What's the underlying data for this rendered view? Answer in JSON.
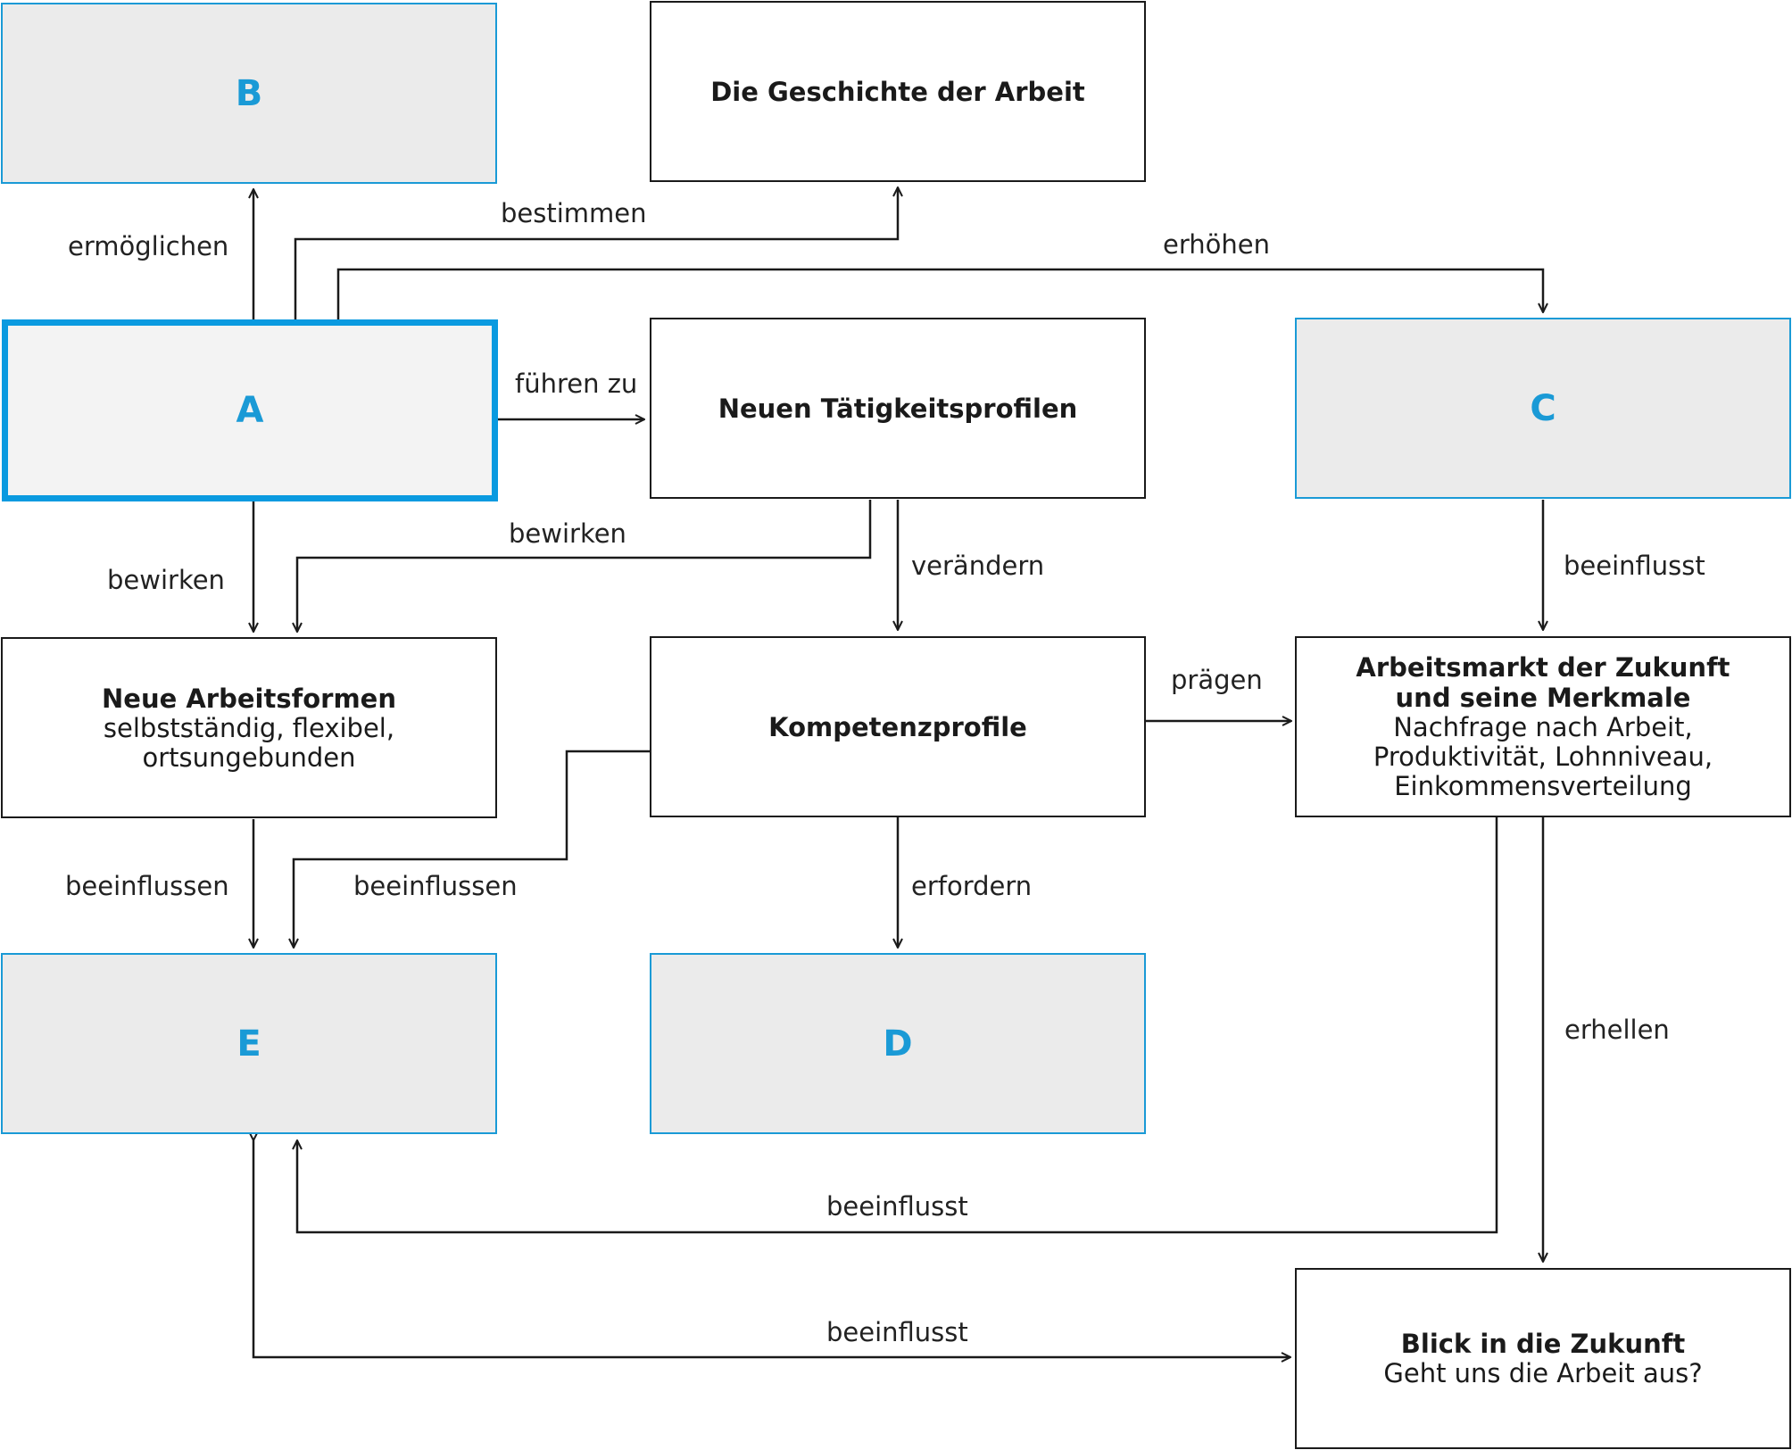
{
  "colors": {
    "accent": "#1a9ad6",
    "blank_fill": "#ebebeb",
    "line": "#1a1a1a"
  },
  "nodes": {
    "a": {
      "letter": "A"
    },
    "b": {
      "letter": "B"
    },
    "c": {
      "letter": "C"
    },
    "d": {
      "letter": "D"
    },
    "e": {
      "letter": "E"
    },
    "geschichte": {
      "title": "Die Geschichte der Arbeit"
    },
    "taetigkeit": {
      "title": "Neuen Tätigkeitsprofilen"
    },
    "kompetenz": {
      "title": "Kompetenzprofile"
    },
    "arbeitsformen": {
      "title": "Neue Arbeitsformen",
      "lines": [
        "selbstständig, flexibel,",
        "ortsungebunden"
      ]
    },
    "arbeitsmarkt": {
      "title_lines": [
        "Arbeitsmarkt der Zukunft",
        "und seine Merkmale"
      ],
      "lines": [
        "Nachfrage nach Arbeit,",
        "Produktivität, Lohnniveau,",
        "Einkommensverteilung"
      ]
    },
    "blick": {
      "title": "Blick in die Zukunft",
      "lines": [
        "Geht uns die Arbeit aus?"
      ]
    }
  },
  "edges": {
    "a_b": "ermöglichen",
    "a_geschichte": "bestimmen",
    "a_c": "erhöhen",
    "a_taetigkeit": "führen zu",
    "a_arbeitsformen": "bewirken",
    "taetigkeit_arbeitsformen": "bewirken",
    "taetigkeit_kompetenz": "verändern",
    "c_arbeitsmarkt": "beeinflusst",
    "kompetenz_arbeitsmarkt": "prägen",
    "arbeitsformen_e": "beeinflussen",
    "kompetenz_e": "beeinflussen",
    "kompetenz_d": "erfordern",
    "arbeitsmarkt_blick": "erhellen",
    "arbeitsmarkt_e": "beeinflusst",
    "e_blick": "beeinflusst"
  }
}
